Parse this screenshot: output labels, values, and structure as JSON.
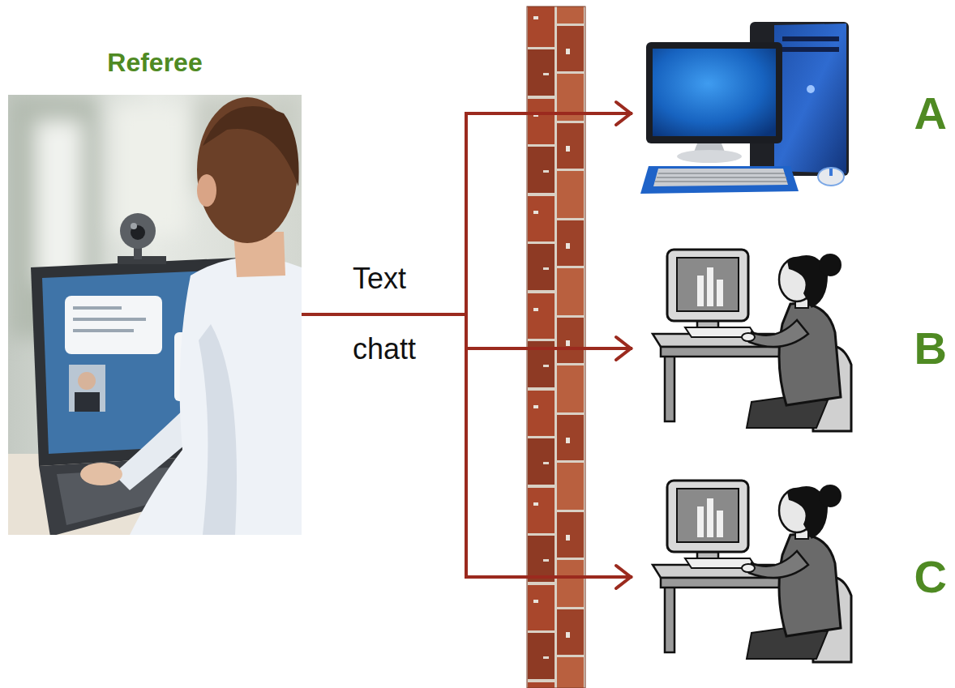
{
  "diagram": {
    "nodes": [
      {
        "text": [
          "Referee"
        ]
      },
      {
        "text": [
          "A"
        ]
      },
      {
        "text": [
          "B"
        ]
      },
      {
        "text": [
          "C"
        ]
      }
    ],
    "edges": [
      {
        "from": 0,
        "to": 1,
        "arrow": "to"
      },
      {
        "from": 0,
        "to": 2,
        "arrow": "to"
      },
      {
        "from": 0,
        "to": 3,
        "arrow": "to"
      }
    ],
    "labels": [
      "Text",
      "chatt"
    ]
  }
}
